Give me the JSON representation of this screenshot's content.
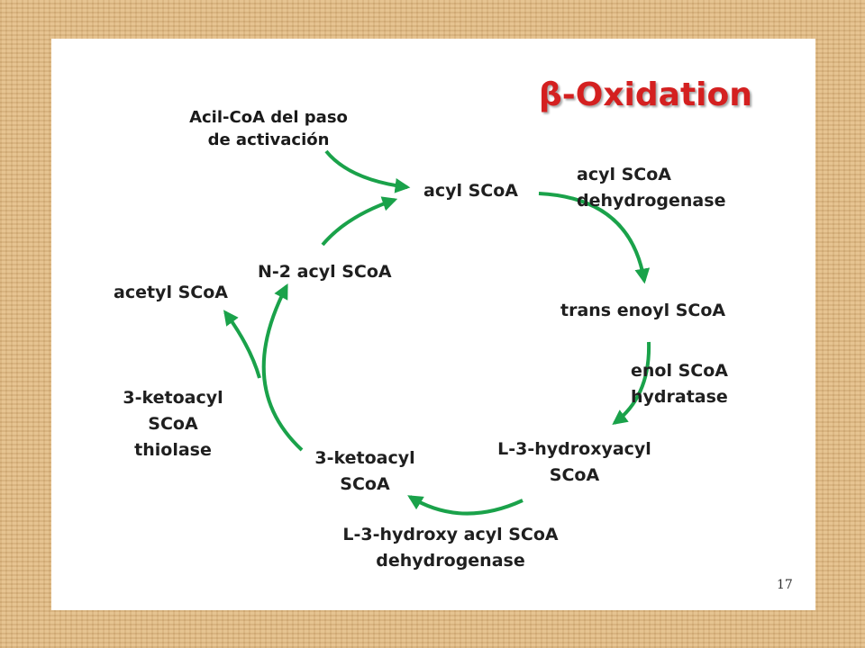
{
  "title": "β-Oxidation",
  "note": [
    "Acil-CoA del paso",
    "de activación"
  ],
  "page_number": "17",
  "accent_colors": {
    "arrow": "#1aa24a",
    "title": "#d42020"
  },
  "nodes": {
    "acyl_scoa": "acyl SCoA",
    "trans_enoyl_scoa": "trans enoyl SCoA",
    "l3_hydroxyacyl_scoa": [
      "L-3-hydroxyacyl",
      "SCoA"
    ],
    "ketoacyl_scoa": [
      "3-ketoacyl",
      "SCoA"
    ],
    "n2_acyl_scoa": "N-2 acyl SCoA",
    "acetyl_scoa": "acetyl SCoA"
  },
  "enzymes": {
    "acyl_scoa_dehydrogenase": [
      "acyl SCoA",
      "dehydrogenase"
    ],
    "enol_scoa_hydratase": [
      "enol SCoA",
      "hydratase"
    ],
    "l3_hydroxy_acyl_scoa_dehydrogenase": [
      "L-3-hydroxy acyl SCoA",
      "dehydrogenase"
    ],
    "ketoacyl_scoa_thiolase": [
      "3-ketoacyl",
      "SCoA",
      "thiolase"
    ]
  }
}
